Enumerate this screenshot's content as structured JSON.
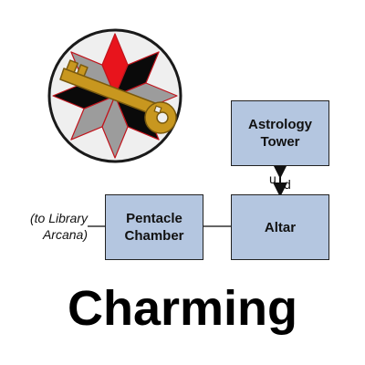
{
  "title": "Charming",
  "rooms": {
    "astrology_tower": "Astrology\nTower",
    "altar": "Altar",
    "pentacle_chamber": "Pentacle\nChamber"
  },
  "exits": {
    "up_label": "u",
    "down_label": "d",
    "west_note": "(to Library\nArcana)"
  },
  "icons": {
    "emblem": "star-key-emblem-icon"
  },
  "colors": {
    "room_fill": "#b4c6e0",
    "star_red": "#e8141c",
    "star_grey": "#9c9c9c",
    "star_black": "#0a0a0a",
    "key_gold": "#c8971f",
    "circle_fill": "#efefef"
  }
}
